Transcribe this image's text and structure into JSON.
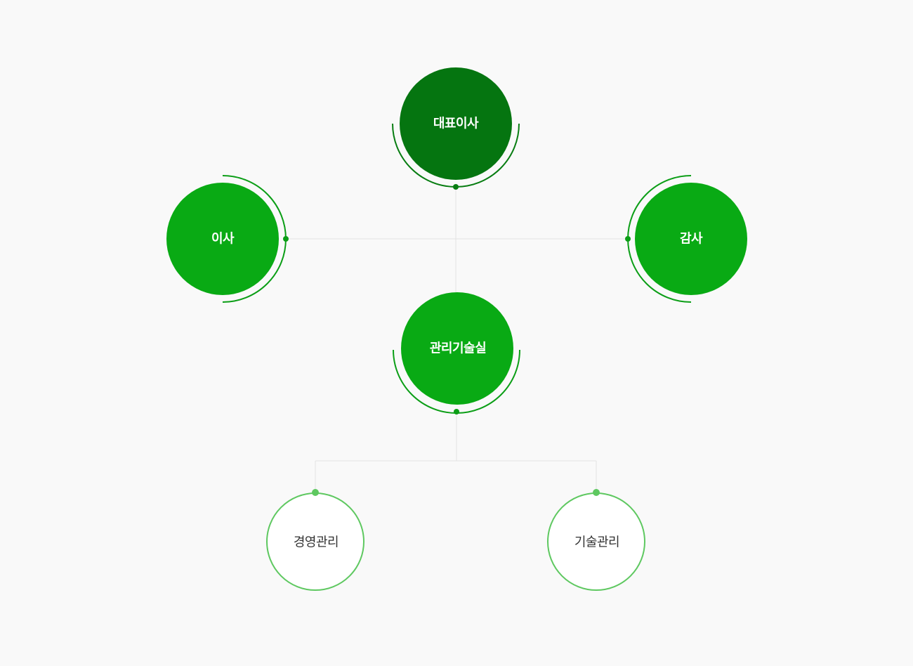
{
  "colors": {
    "background": "#f9f9f9",
    "connector": "#e2e2e2",
    "ceo_fill": "#057510",
    "ceo_accent": "#087d12",
    "primary_fill": "#09aa14",
    "primary_accent": "#0b9e16",
    "sub_fill": "#ffffff",
    "sub_stroke": "#5ec860",
    "sub_text": "#333333",
    "white_text": "#ffffff"
  },
  "nodes": {
    "ceo": {
      "label": "대표이사"
    },
    "director": {
      "label": "이사"
    },
    "auditor": {
      "label": "감사"
    },
    "office": {
      "label": "관리기술실"
    },
    "management": {
      "label": "경영관리"
    },
    "technical": {
      "label": "기술관리"
    }
  }
}
